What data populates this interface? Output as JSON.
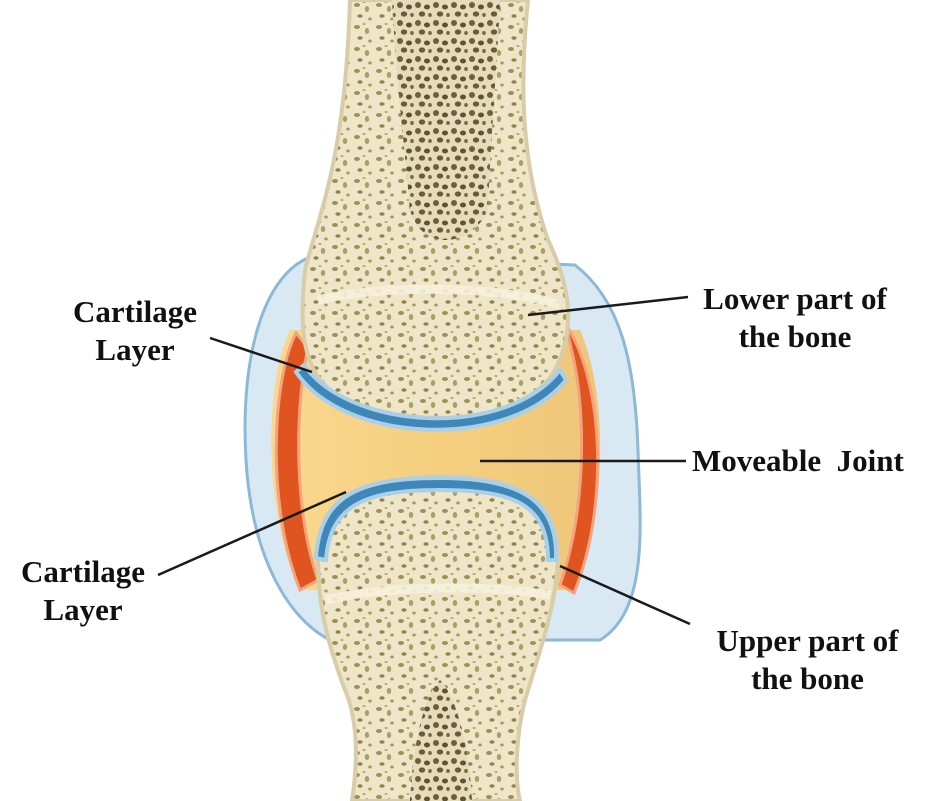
{
  "labels": {
    "cartilage_top": {
      "line1": "Cartilage",
      "line2": "Layer"
    },
    "cartilage_bottom": {
      "line1": "Cartilage",
      "line2": "Layer"
    },
    "lower_part": {
      "line1": "Lower part of",
      "line2": "the bone"
    },
    "moveable_joint": {
      "text": "Moveable  Joint"
    },
    "upper_part": {
      "line1": "Upper part of",
      "line2": "the bone"
    }
  },
  "colors": {
    "bone": "#eee3c6",
    "bone_dark": "#7a6a32",
    "spongy": "#a39a55",
    "cartilage": "#3f87b8",
    "cartilage_light": "#a9d0e8",
    "synovial_fluid": "#f6cf7e",
    "capsule_red": "#e0541f",
    "capsule_outer": "#9ec6e0",
    "leader_line": "#1a1a1a"
  }
}
